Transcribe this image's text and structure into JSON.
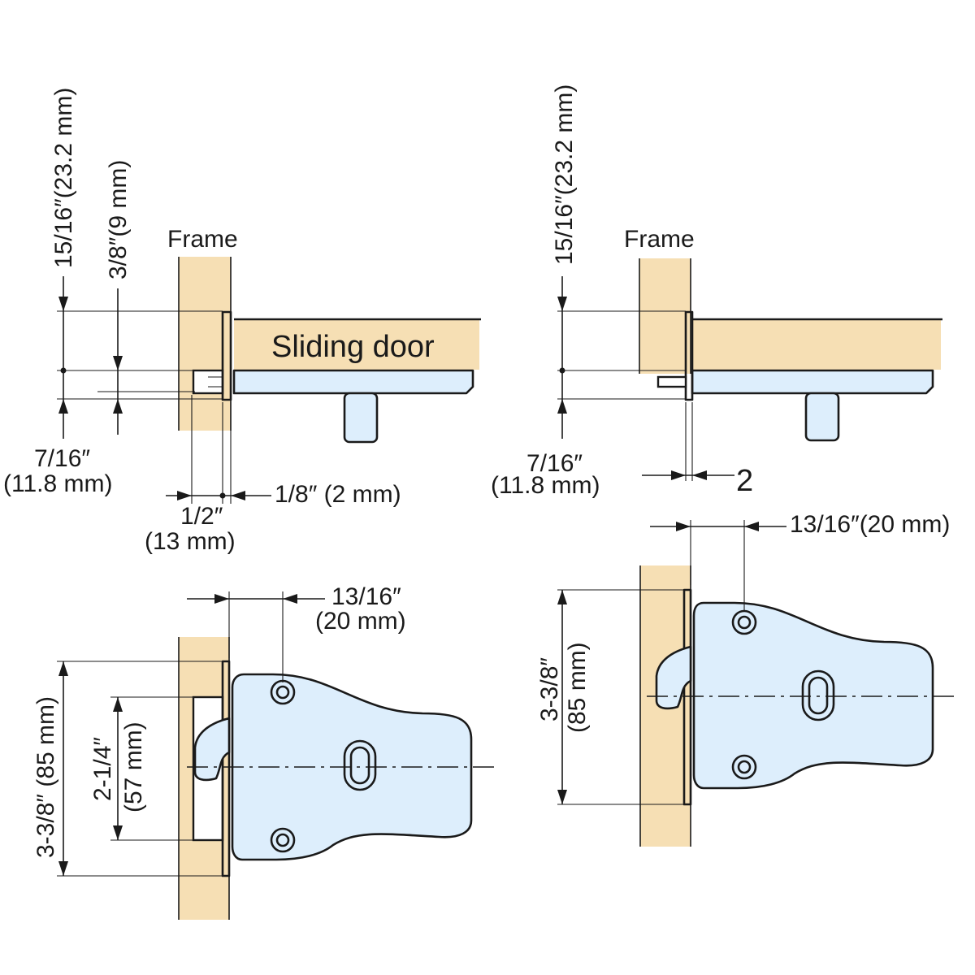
{
  "labels": {
    "frame": "Frame",
    "sliding_door": "Sliding door",
    "h_15_16": "15/16″(23.2 mm)",
    "h_3_8": "3/8″(9 mm)",
    "h_7_16": "7/16″",
    "h_7_16_mm": "(11.8 mm)",
    "w_1_2": "1/2″",
    "w_1_2_mm": "(13 mm)",
    "w_1_8": "1/8″ (2 mm)",
    "gap_2": "2",
    "w_13_16": "13/16″",
    "w_13_16_mm": "(20 mm)",
    "w_13_16_full": "13/16″(20 mm)",
    "v_3_3_8_full": "3-3/8″ (85 mm)",
    "v_2_1_4": "2-1/4″",
    "v_2_1_4_mm": "(57 mm)",
    "v_3_3_8": "3-3/8″",
    "v_85_mm": "(85 mm)"
  },
  "colors": {
    "wood": "#f6dfb4",
    "part": "#ddeefc",
    "line": "#1a1a1a"
  }
}
